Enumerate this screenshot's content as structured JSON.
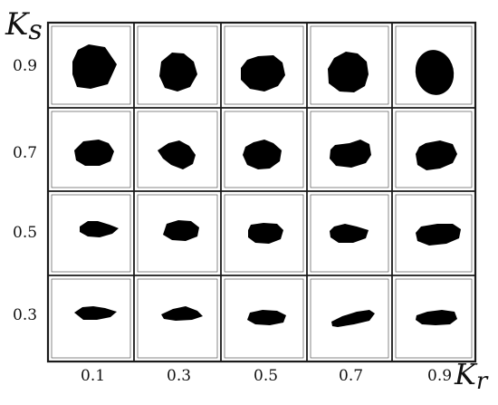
{
  "y_axis": {
    "symbol": "K",
    "subscript": "s",
    "tick_labels": [
      "0.9",
      "0.7",
      "0.5",
      "0.3"
    ]
  },
  "x_axis": {
    "symbol": "K",
    "subscript": "r",
    "tick_labels": [
      "0.1",
      "0.3",
      "0.5",
      "0.7",
      "0.9"
    ]
  },
  "grid": {
    "rows": 4,
    "columns": 5
  },
  "colors": {
    "particle": "#000000",
    "border": "#1a1a1a",
    "background": "#ffffff"
  }
}
